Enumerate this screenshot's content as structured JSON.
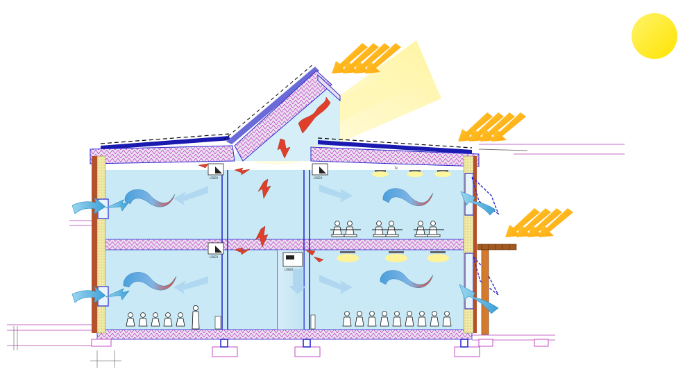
{
  "diagram": {
    "device_labels": [
      "LÜGEO",
      "LÜGEO",
      "LÜGEO",
      "LÜGEO"
    ],
    "light_label": "T8",
    "colors": {
      "sun": "#ffee00",
      "sun_ray": "#ffb400",
      "room_fill": "#bfe6f4",
      "wall_outer": "#b5502a",
      "wall_insulation": "#f1eaa6",
      "column": "#2b2bd0",
      "solar_panel": "#1a1ab0",
      "warm_air": "#e0402a",
      "fresh_air": "#5ab4dc",
      "roof_insulation": "#c64bc6"
    }
  }
}
